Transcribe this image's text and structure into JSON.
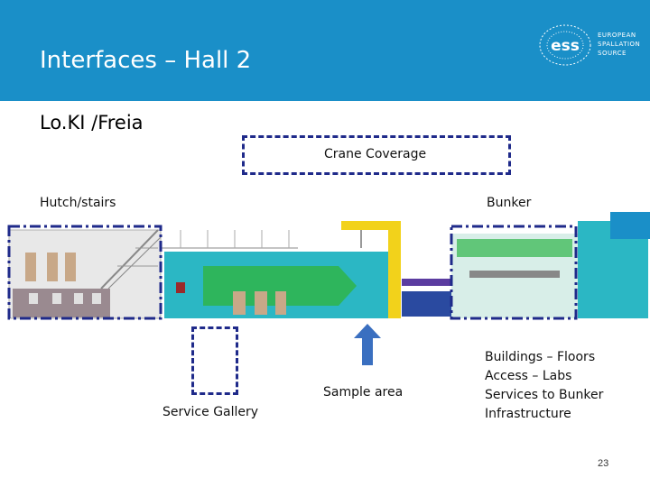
{
  "header": {
    "title": "Interfaces – Hall 2",
    "background": "#1a8fc8",
    "logo": {
      "mark": "ess",
      "lines": [
        "EUROPEAN",
        "SPALLATION",
        "SOURCE"
      ]
    }
  },
  "subtitle": "Lo.KI /Freia",
  "labels": {
    "crane": "Crane Coverage",
    "hutch": "Hutch/stairs",
    "bunker": "Bunker",
    "service_gallery": "Service Gallery",
    "sample_area": "Sample area",
    "buildings": [
      "Buildings – Floors",
      "Access – Labs",
      "Services to Bunker",
      "Infrastructure"
    ]
  },
  "page_number": "23",
  "colors": {
    "dash": "#1f2a8a",
    "arrow": "#3a6fc0",
    "teal": "#2bb7c4",
    "green": "#2fb54a",
    "yellow": "#f2d21b"
  }
}
